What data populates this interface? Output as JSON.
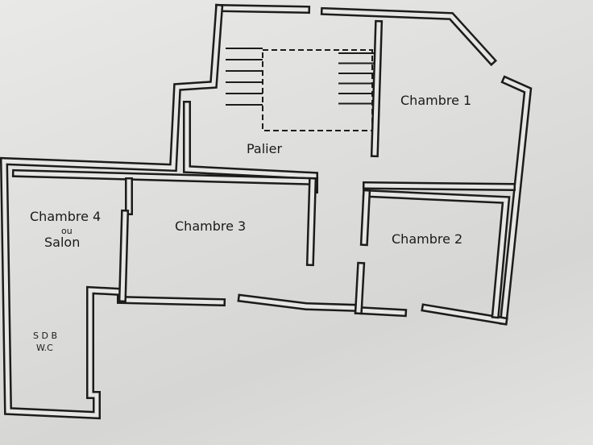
{
  "plan": {
    "rooms": {
      "chambre1": "Chambre 1",
      "palier": "Palier",
      "chambre2": "Chambre 2",
      "chambre3": "Chambre 3",
      "chambre4_line1": "Chambre 4",
      "chambre4_line2": "ou",
      "chambre4_line3": "Salon",
      "sdb_line1": "S D B",
      "sdb_line2": "W.C"
    }
  }
}
